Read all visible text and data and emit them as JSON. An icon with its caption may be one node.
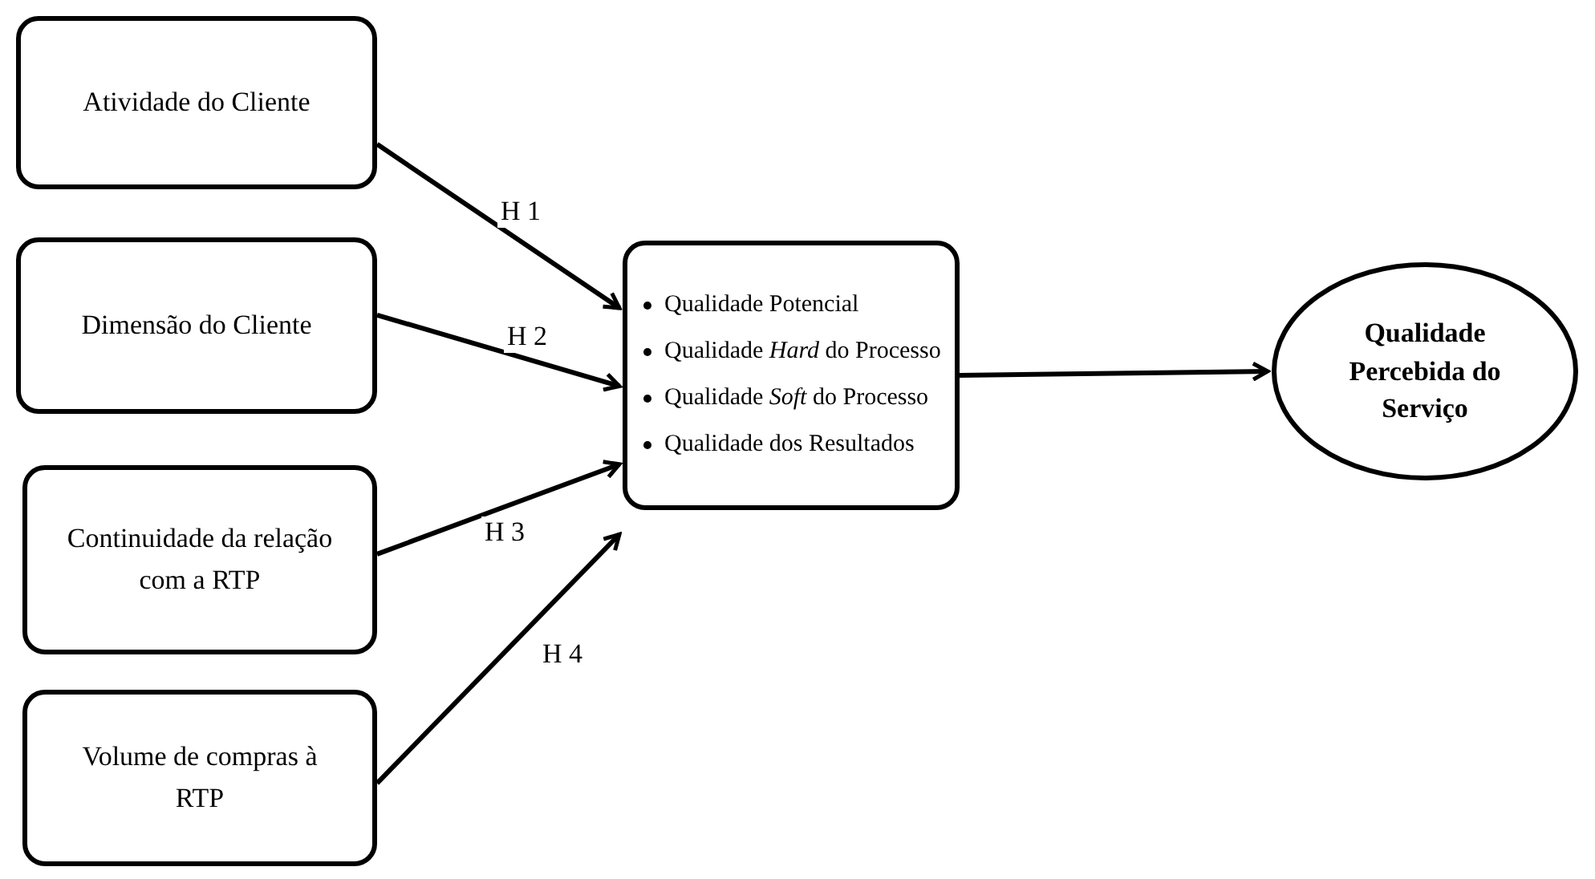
{
  "diagram": {
    "nodes": [
      {
        "text": [
          "Atividade do Cliente"
        ]
      },
      {
        "text": [
          "Dimensão do Cliente"
        ]
      },
      {
        "text": [
          "Continuidade da relação com a RTP"
        ]
      },
      {
        "text": [
          "Volume de compras à RTP"
        ]
      },
      {
        "text": [
          "Qualidade Potencial",
          "Qualidade *Hard* do Processo",
          "Qualidade *Soft* do Processo",
          "Qualidade dos Resultados"
        ]
      },
      {
        "text": [
          "Qualidade Percebida do Serviço"
        ]
      }
    ],
    "edges": [
      {
        "from": 0,
        "to": 4,
        "arrow": "to",
        "label": "H 1"
      },
      {
        "from": 1,
        "to": 4,
        "arrow": "to",
        "label": "H 2"
      },
      {
        "from": 2,
        "to": 4,
        "arrow": "to",
        "label": "H 3"
      },
      {
        "from": 3,
        "to": 4,
        "arrow": "to",
        "label": "H 4"
      },
      {
        "from": 4,
        "to": 5,
        "arrow": "to"
      }
    ]
  }
}
